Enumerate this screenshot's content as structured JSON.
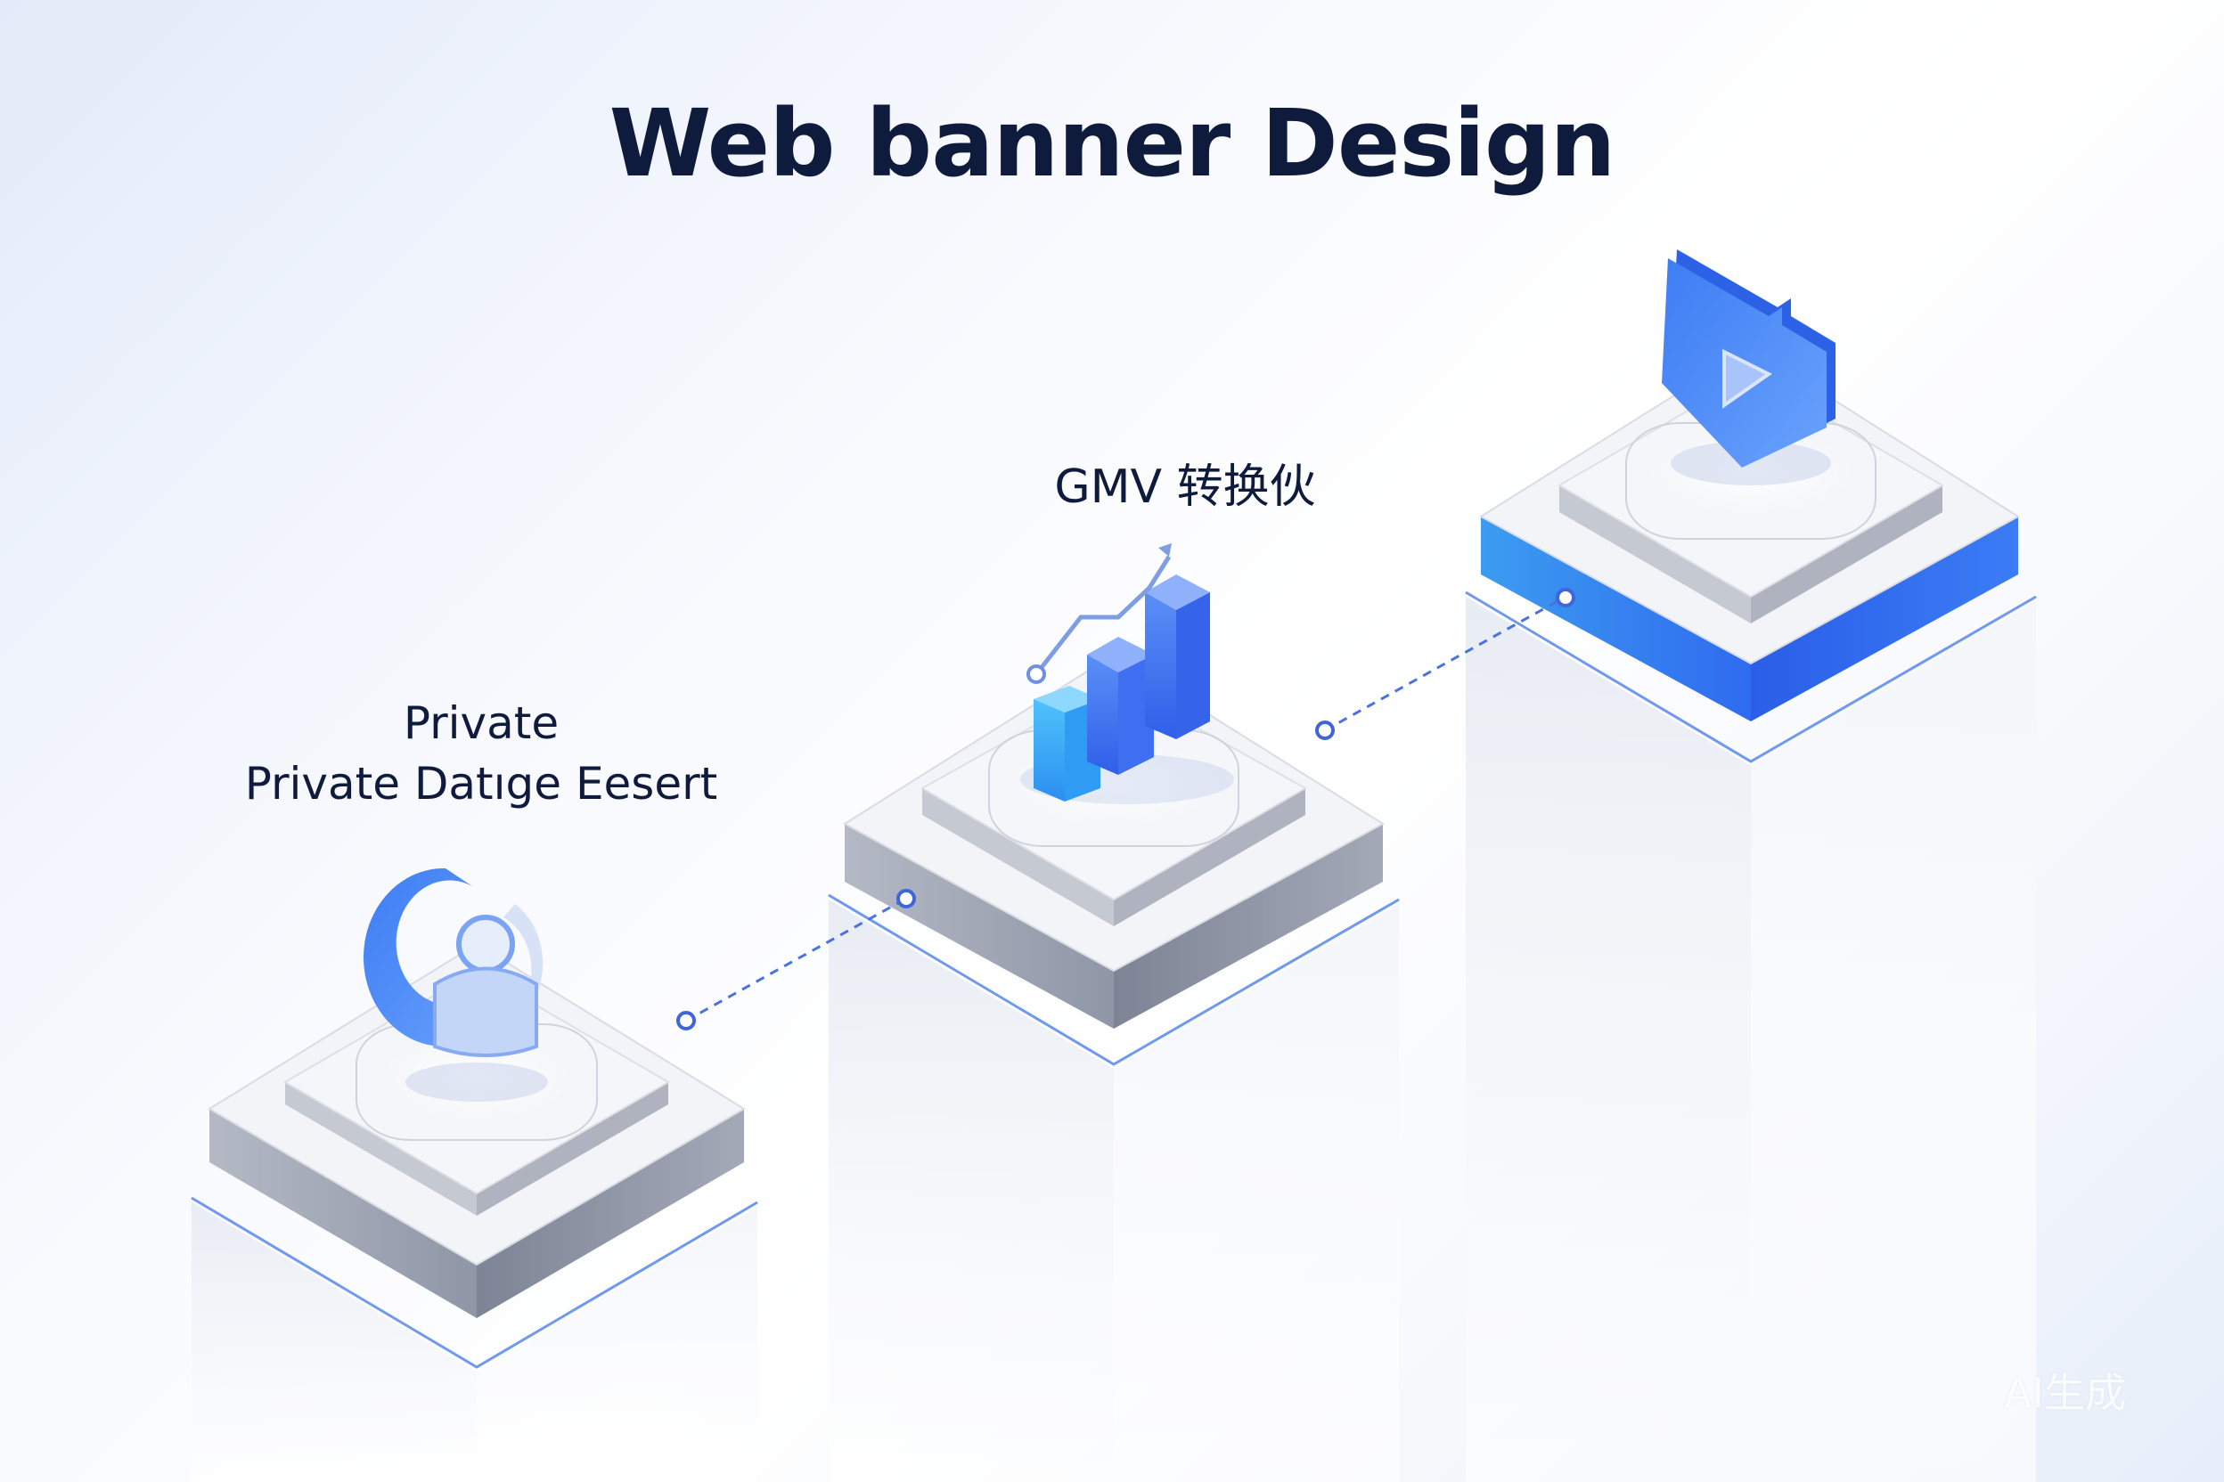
{
  "banner": {
    "title": "Web banner Design",
    "watermark": "AI生成"
  },
  "steps": [
    {
      "icon": "user-lock-icon",
      "label_line1": "Private",
      "label_line2": "Private Datıge Eesert"
    },
    {
      "icon": "bar-chart-growth-icon",
      "label": "GMV 转换伙"
    },
    {
      "icon": "shield-play-icon"
    }
  ],
  "colors": {
    "accent": "#2f6bf0",
    "accent_light": "#3aa0f5",
    "title": "#0f1b3d",
    "pillar": "#eef1f6",
    "platform_top": "#f2f3f6",
    "platform_side": "#8c93a3"
  }
}
